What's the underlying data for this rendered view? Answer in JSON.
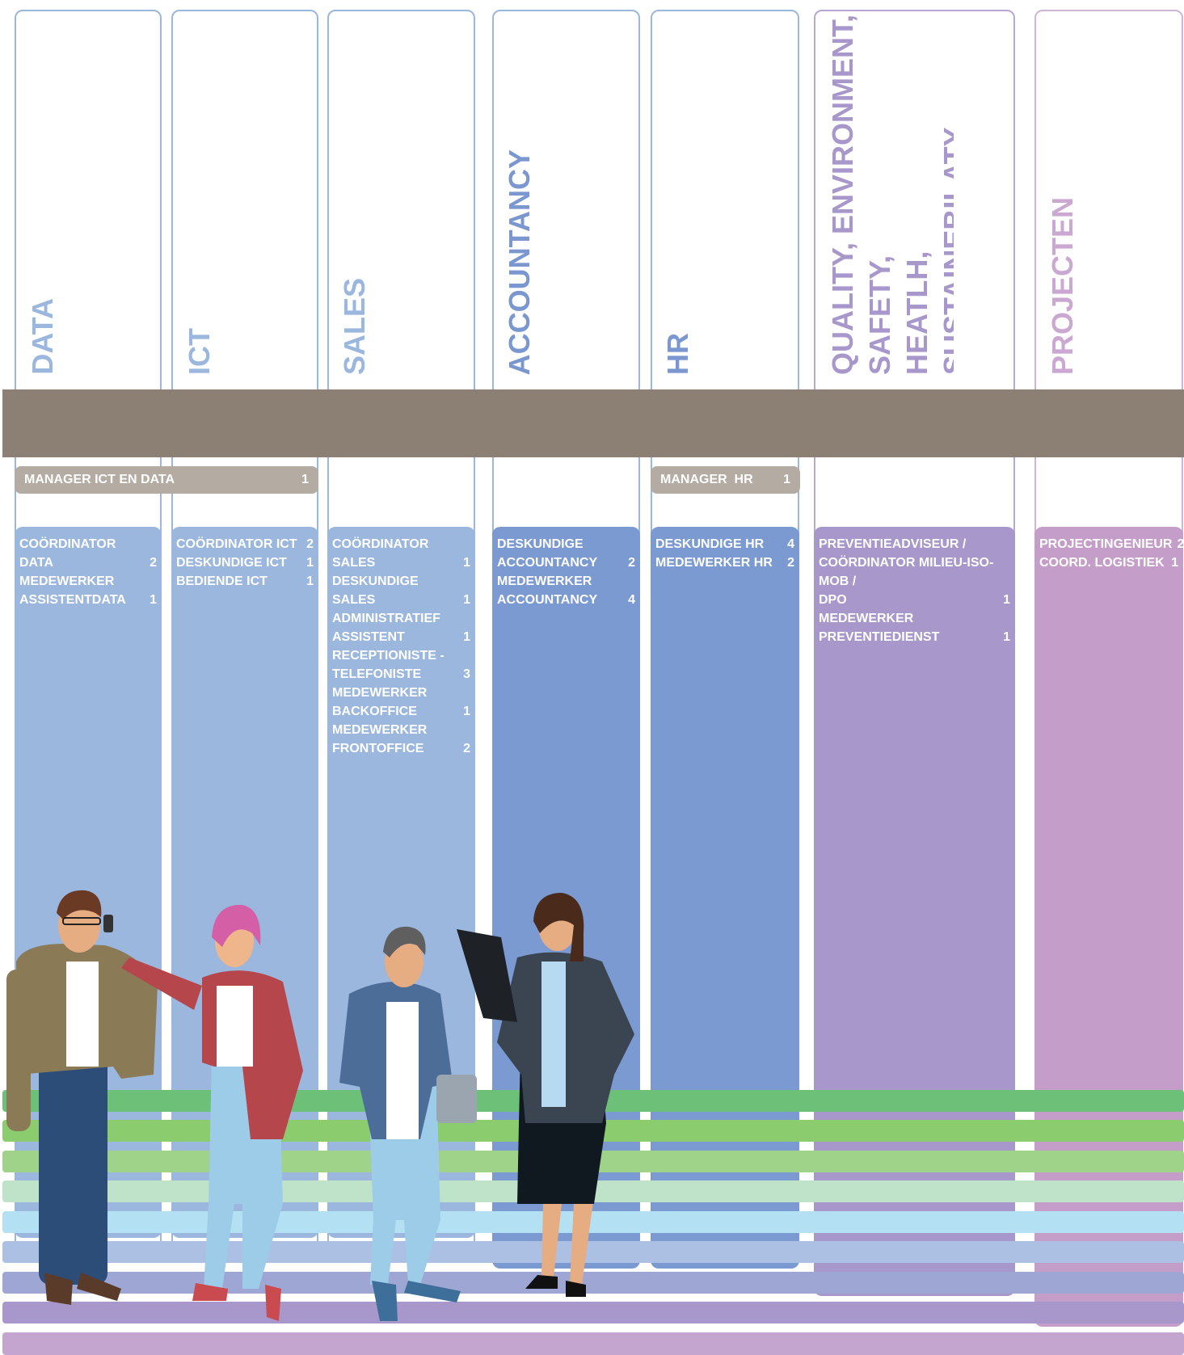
{
  "departments": [
    {
      "title": "DATA",
      "color": "#8aa6d4"
    },
    {
      "title": "ICT",
      "color": "#8aa6d4"
    },
    {
      "title": "SALES",
      "color": "#8aa6d4"
    },
    {
      "title": "ACCOUNTANCY",
      "color": "#6e8fc8"
    },
    {
      "title": "HR",
      "color": "#7a95cc"
    },
    {
      "title": "QUALITY, ENVIRONMENT, SAFETY,\nHEATLH, SUSTAINEBILATY,\nPRIVACY",
      "color": "#a38fc6"
    },
    {
      "title": "PROJECTEN",
      "color": "#c09ac6"
    }
  ],
  "managers": [
    {
      "label": "MANAGER ICT EN DATA",
      "count": "1"
    },
    {
      "label": "MANAGER  HR",
      "count": "1"
    }
  ],
  "roles": {
    "data": [
      {
        "label": "COÖRDINATOR DATA",
        "count": "2"
      },
      {
        "label": "MEDEWERKER\n   ASSISTENTDATA",
        "count": "1"
      }
    ],
    "ict": [
      {
        "label": "COÖRDINATOR ICT",
        "count": "2"
      },
      {
        "label": "DESKUNDIGE ICT",
        "count": "1"
      },
      {
        "label": "BEDIENDE ICT",
        "count": "1"
      }
    ],
    "sales": [
      {
        "label": "COÖRDINATOR SALES",
        "count": "1"
      },
      {
        "label": "DESKUNDIGE SALES",
        "count": "1"
      },
      {
        "label": "ADMINISTRATIEF\n  ASSISTENT",
        "count": "1"
      },
      {
        "label": "RECEPTIONISTE -\n  TELEFONISTE",
        "count": "3"
      },
      {
        "label": "MEDEWERKER\n  BACKOFFICE",
        "count": "1"
      },
      {
        "label": "MEDEWERKER\n  FRONTOFFICE",
        "count": "2"
      }
    ],
    "accountancy": [
      {
        "label": "DESKUNDIGE\n   ACCOUNTANCY",
        "count": "2"
      },
      {
        "label": "MEDEWERKER\n  ACCOUNTANCY",
        "count": "4"
      }
    ],
    "hr": [
      {
        "label": "DESKUNDIGE HR",
        "count": "4"
      },
      {
        "label": "MEDEWERKER HR",
        "count": "2"
      }
    ],
    "qesh": [
      {
        "label": "PREVENTIEADVISEUR /\n   COÖRDINATOR MILIEU-ISO-MOB /\n   DPO",
        "count": "1"
      },
      {
        "label": "MEDEWERKER\n   PREVENTIEDIENST",
        "count": "1"
      }
    ],
    "projecten": [
      {
        "label": "PROJECTINGENIEUR",
        "count": "2"
      },
      {
        "label": "COORD. LOGISTIEK",
        "count": "1"
      }
    ]
  },
  "colors": {
    "band": "#8c8074",
    "manager_pill": "#b4aba3",
    "stripes": [
      "#6cc078",
      "#8bcd6e",
      "#9fd38a",
      "#bfe3c9",
      "#b3e1f3",
      "#abc0e2",
      "#9ea6d4",
      "#a897ca",
      "#c3a5cf"
    ]
  }
}
